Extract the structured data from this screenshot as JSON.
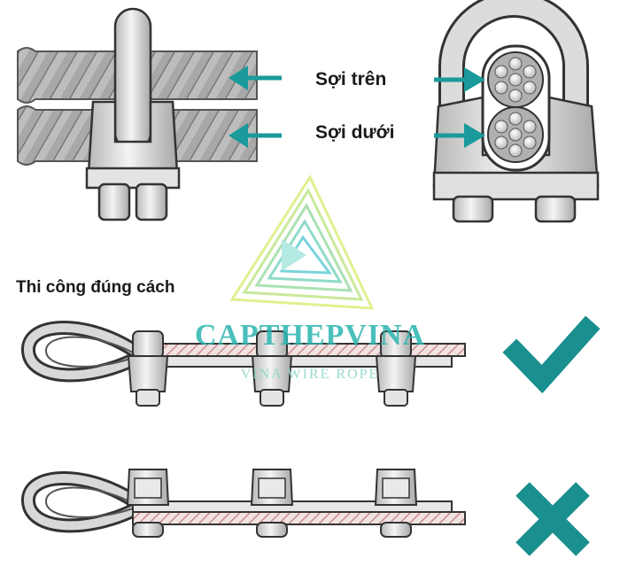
{
  "labels": {
    "upper_strand": "Sợi trên",
    "lower_strand": "Sợi dưới",
    "section_title": "Thi công đúng cách"
  },
  "watermark": {
    "brand": "CAPTHEPVINA",
    "subtitle": "VINA WIRE ROPE"
  },
  "indicators": {
    "correct_icon": "check-mark-icon",
    "incorrect_icon": "cross-mark-icon"
  },
  "colors": {
    "arrow": "#1a9a9a",
    "check": "#1a8f8f",
    "cross": "#1a8f8f",
    "rope_fill": "#c9c9c9",
    "rope_hatch": "#d9a8a8",
    "metal": "#d0d0d0",
    "outline": "#333333"
  }
}
